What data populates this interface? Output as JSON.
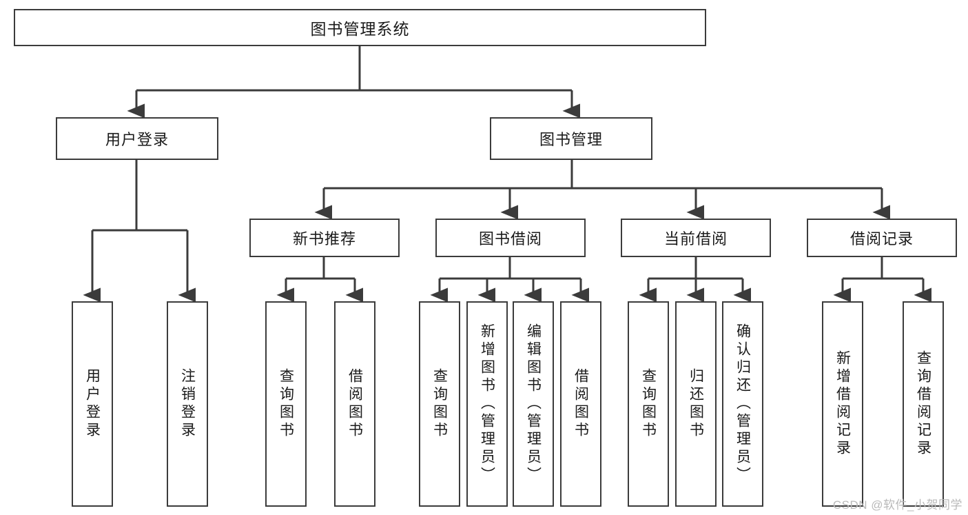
{
  "diagram": {
    "title_node": {
      "label": "图书管理系统"
    },
    "level1": [
      {
        "id": "user-login",
        "label": "用户登录"
      },
      {
        "id": "book-management",
        "label": "图书管理"
      }
    ],
    "level2": [
      {
        "id": "new-book-recommend",
        "label": "新书推荐"
      },
      {
        "id": "book-borrow",
        "label": "图书借阅"
      },
      {
        "id": "current-borrow",
        "label": "当前借阅"
      },
      {
        "id": "borrow-record",
        "label": "借阅记录"
      }
    ],
    "leaves": {
      "user_login": [
        {
          "id": "leaf-user-login",
          "label": "用户登录"
        },
        {
          "id": "leaf-logout-login",
          "label": "注销登录"
        }
      ],
      "new_book_recommend": [
        {
          "id": "leaf-query-book-1",
          "label": "查询图书"
        },
        {
          "id": "leaf-borrow-book-1",
          "label": "借阅图书"
        }
      ],
      "book_borrow": [
        {
          "id": "leaf-query-book-2",
          "label": "查询图书"
        },
        {
          "id": "leaf-add-book",
          "label": "新增图书（管理员）"
        },
        {
          "id": "leaf-edit-book",
          "label": "编辑图书（管理员）"
        },
        {
          "id": "leaf-borrow-book-2",
          "label": "借阅图书"
        }
      ],
      "current_borrow": [
        {
          "id": "leaf-query-book-3",
          "label": "查询图书"
        },
        {
          "id": "leaf-return-book",
          "label": "归还图书"
        },
        {
          "id": "leaf-confirm-return",
          "label": "确认归还（管理员）"
        }
      ],
      "borrow_record": [
        {
          "id": "leaf-add-record",
          "label": "新增借阅记录"
        },
        {
          "id": "leaf-query-record",
          "label": "查询借阅记录"
        }
      ]
    }
  },
  "watermark": {
    "text": "CSDN @软件_小贺同学"
  },
  "colors": {
    "stroke": "#3b3b3b",
    "box_fill": "#ffffff",
    "text": "#1a1a1a",
    "watermark": "#b9b9b9",
    "background": "#ffffff"
  }
}
